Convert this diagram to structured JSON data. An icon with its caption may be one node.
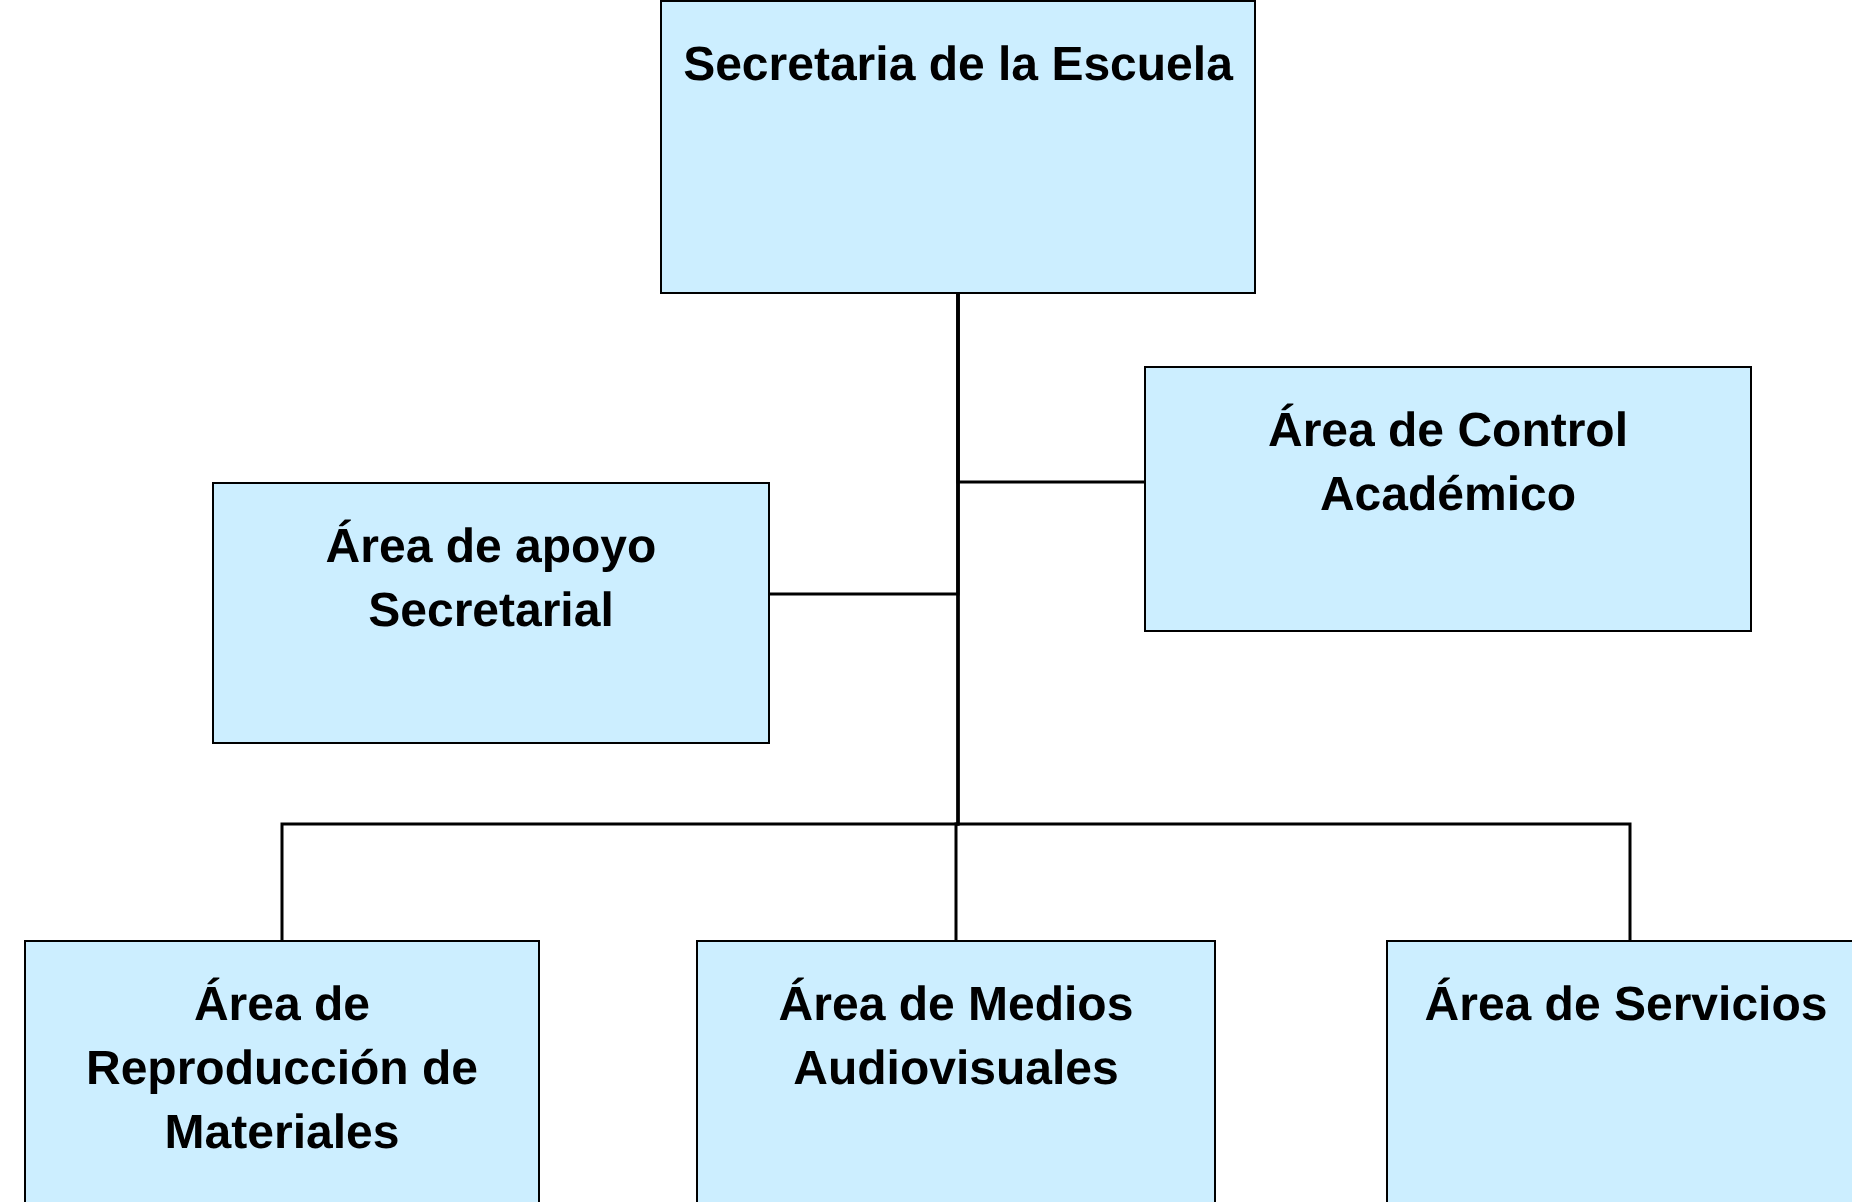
{
  "diagram": {
    "nodes": [
      {
        "text": [
          "Secretaria de la Escuela"
        ]
      },
      {
        "text": [
          "Área de Control Académico"
        ]
      },
      {
        "text": [
          "Área de apoyo Secretarial"
        ]
      },
      {
        "text": [
          "Área de Reproducción de Materiales"
        ]
      },
      {
        "text": [
          "Área de Medios Audiovisuales"
        ]
      },
      {
        "text": [
          "Área de Servicios"
        ]
      }
    ],
    "edges": [
      {
        "from": 0,
        "to": 1,
        "arrow": "none"
      },
      {
        "from": 0,
        "to": 2,
        "arrow": "none"
      },
      {
        "from": 0,
        "to": 3,
        "arrow": "none"
      },
      {
        "from": 0,
        "to": 4,
        "arrow": "none"
      },
      {
        "from": 0,
        "to": 5,
        "arrow": "none"
      }
    ]
  }
}
